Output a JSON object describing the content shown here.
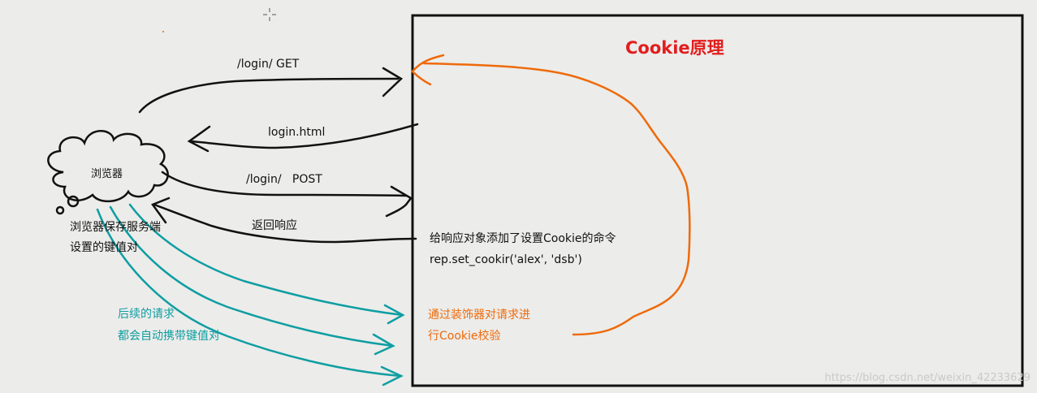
{
  "title": "Cookie原理",
  "browser": "浏览器",
  "browser_note": [
    "浏览器保存服务端",
    "设置的键值对"
  ],
  "requests": {
    "get": "/login/ GET",
    "html": "login.html",
    "post": "/login/   POST",
    "resp": "返回响应"
  },
  "server_note": [
    "给响应对象添加了设置Cookie的命令",
    "rep.set_cookir('alex', 'dsb')"
  ],
  "decorator_note": [
    "通过装饰器对请求进",
    "行Cookie校验"
  ],
  "followup_note": [
    "后续的请求",
    "都会自动携带键值对"
  ],
  "watermark": "https://blog.csdn.net/weixin_42233629",
  "colors": {
    "background": "#ececea",
    "ink": "#111111",
    "title": "#e21d1d",
    "orange": "#ee6a0a",
    "teal": "#0e9ea2"
  }
}
